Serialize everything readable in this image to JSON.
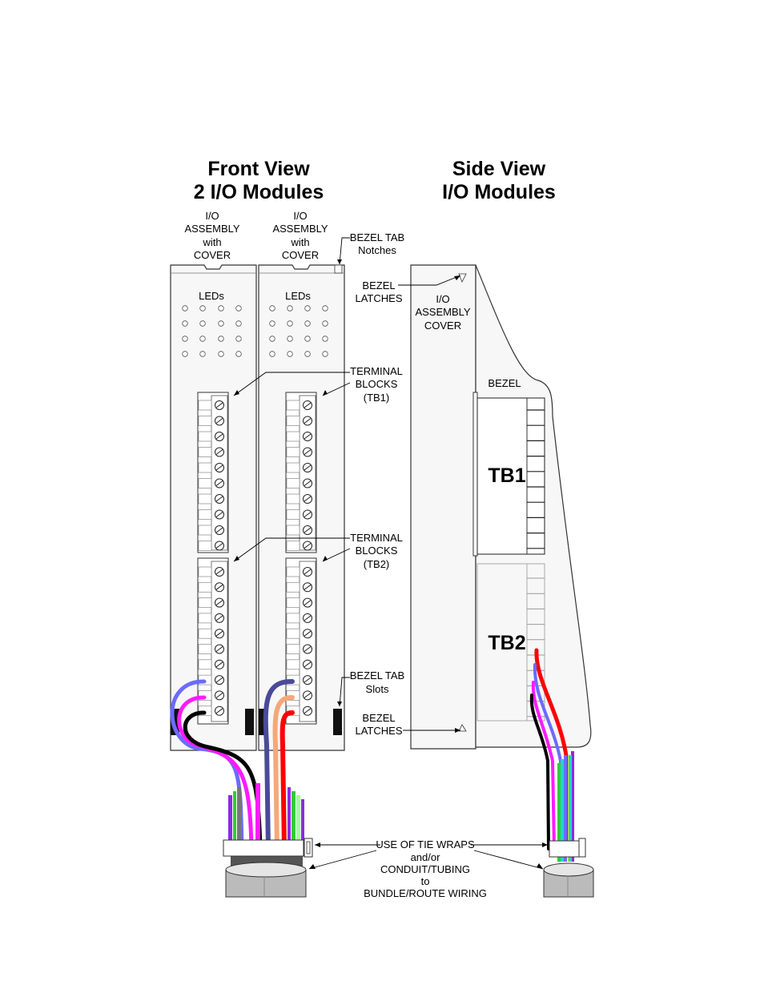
{
  "front_view": {
    "title_line1": "Front View",
    "title_line2": "2 I/O Modules",
    "module_label": [
      "I/O",
      "ASSEMBLY",
      "with",
      "COVER"
    ],
    "leds_label": "LEDs"
  },
  "side_view": {
    "title_line1": "Side View",
    "title_line2": "I/O Modules",
    "cover_label": [
      "I/O",
      "ASSEMBLY",
      "COVER"
    ],
    "bezel_label": "BEZEL",
    "tb1_label": "TB1",
    "tb2_label": "TB2"
  },
  "callouts": {
    "bezel_tab_notches": [
      "BEZEL TAB",
      "Notches"
    ],
    "bezel_latches_top": [
      "BEZEL",
      "LATCHES"
    ],
    "terminal_blocks_tb1": [
      "TERMINAL",
      "BLOCKS",
      "(TB1)"
    ],
    "terminal_blocks_tb2": [
      "TERMINAL",
      "BLOCKS",
      "(TB2)"
    ],
    "bezel_tab_slots": [
      "BEZEL TAB",
      "Slots"
    ],
    "bezel_latches_bottom": [
      "BEZEL",
      "LATCHES"
    ],
    "tie_wraps": [
      "USE OF TIE WRAPS",
      "and/or",
      "CONDUIT/TUBING",
      "to",
      "BUNDLE/ROUTE WIRING"
    ]
  },
  "colors": {
    "wire_blue": "#6b6bff",
    "wire_magenta": "#ff1aff",
    "wire_black": "#000000",
    "wire_navy": "#4a4a99",
    "wire_peach": "#f5a878",
    "wire_red": "#ff0000",
    "wire_purple": "#8a2be2",
    "wire_green": "#33cc33",
    "wire_cyan": "#22d3d3",
    "conduit": "#bbbbbb"
  }
}
